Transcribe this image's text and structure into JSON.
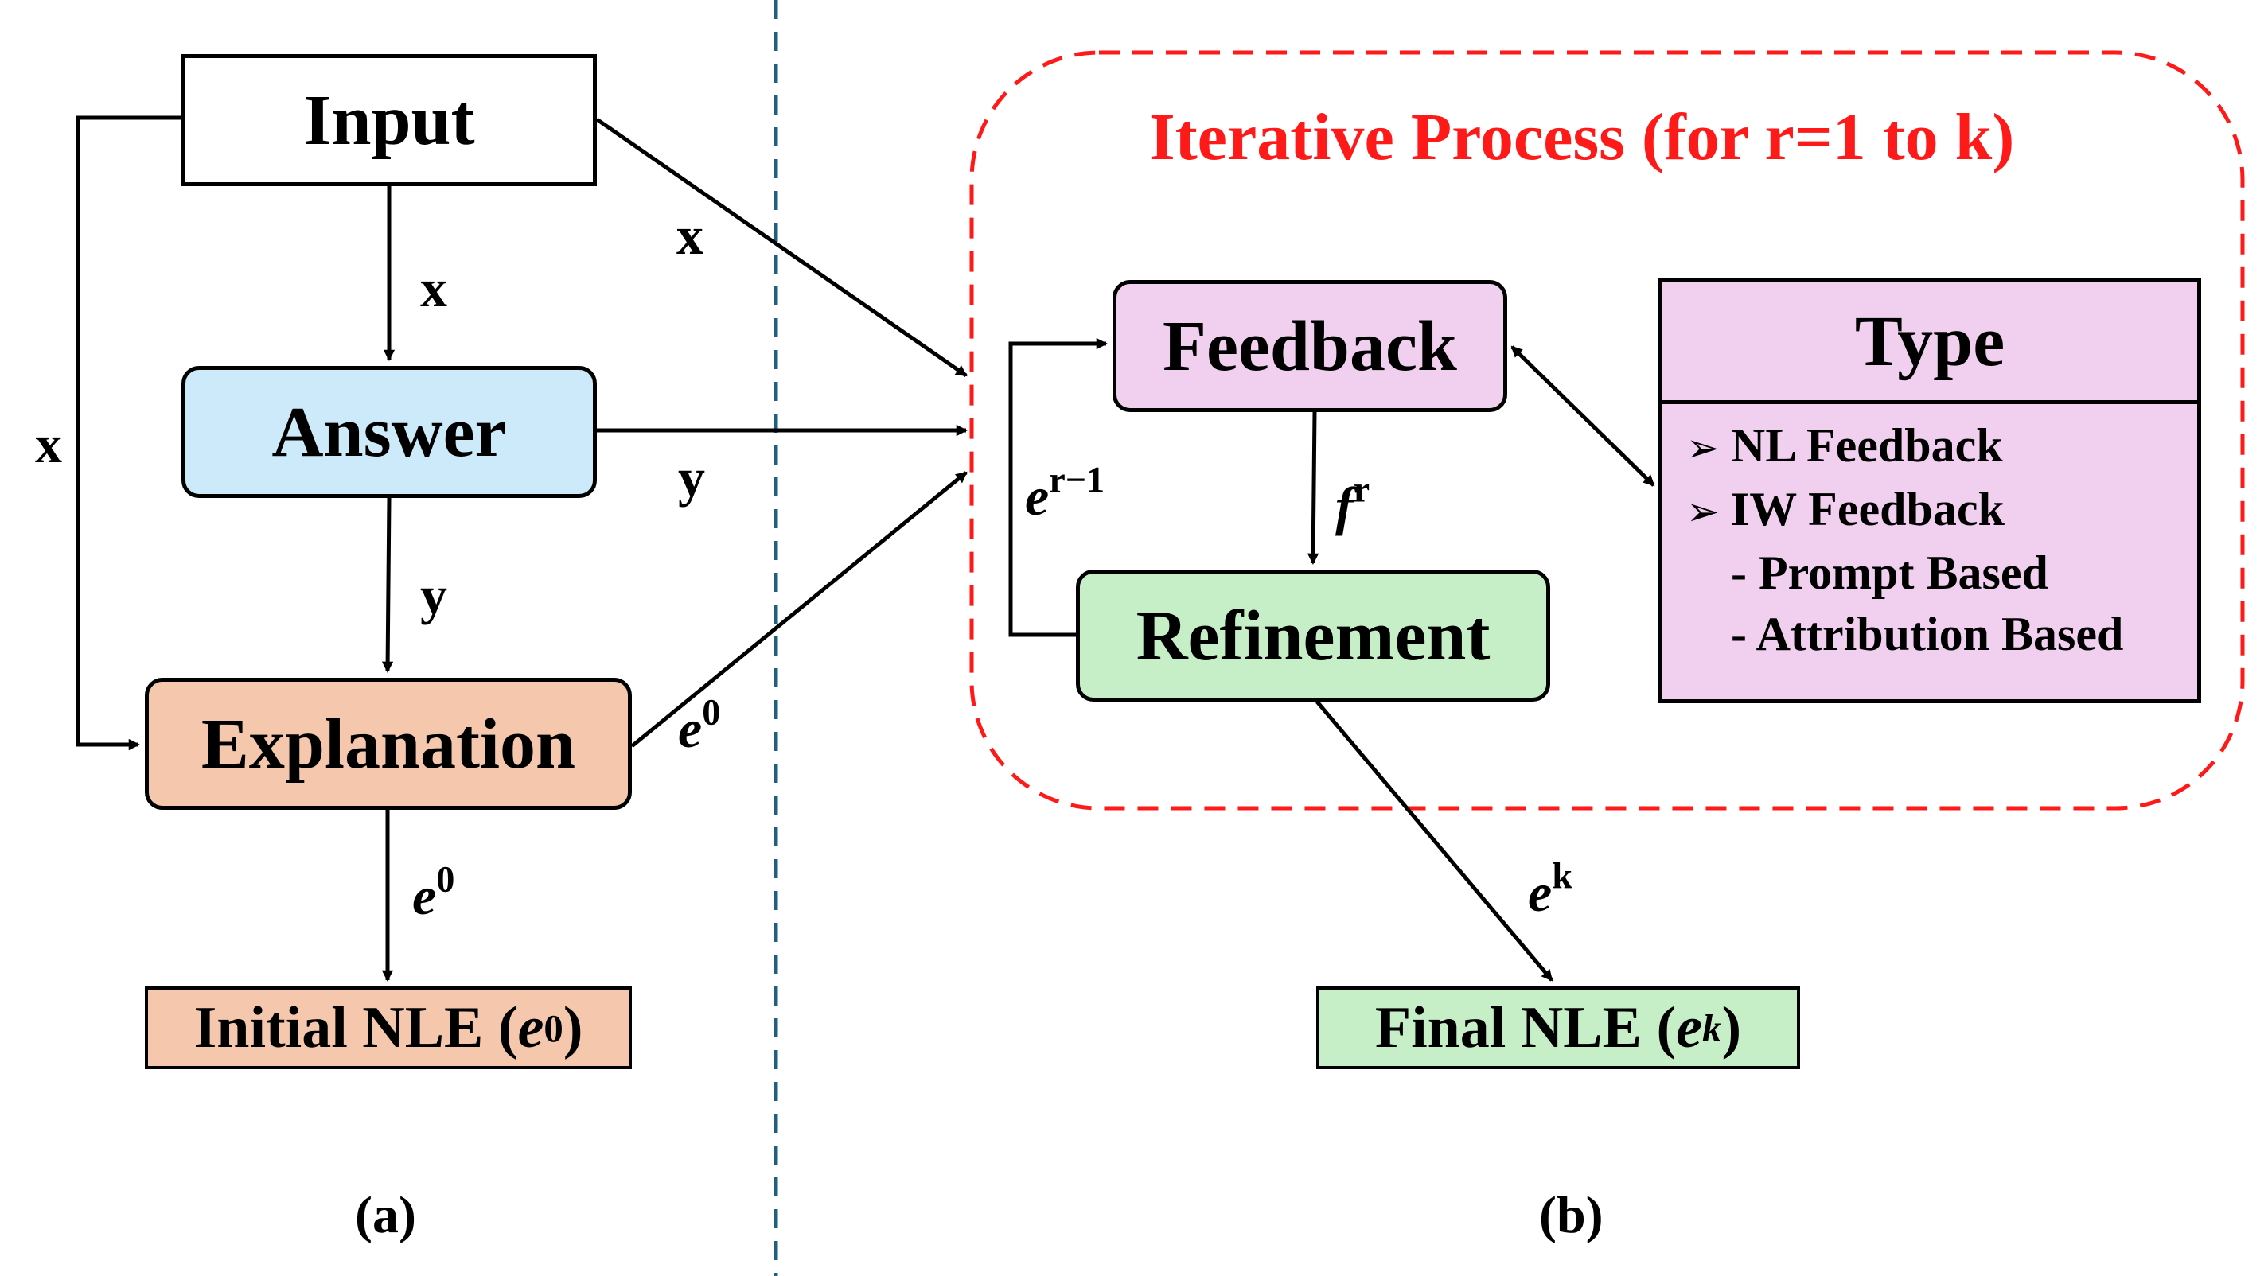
{
  "left_panel": {
    "input_label": "Input",
    "answer_label": "Answer",
    "explanation_label": "Explanation",
    "initial_nle": {
      "text": "Initial NLE (",
      "var": "e",
      "sup": "0",
      "close": ")"
    },
    "edge_labels": {
      "x_down": "x",
      "x_side": "x",
      "x_cross": "x",
      "y_down": "y",
      "y_cross": "y",
      "e0_cross": {
        "var": "e",
        "sup": "0"
      },
      "e0_down": {
        "var": "e",
        "sup": "0"
      }
    },
    "caption": "(a)"
  },
  "right_panel": {
    "iteration_title": "Iterative Process (for r=1 to k)",
    "feedback_label": "Feedback",
    "refinement_label": "Refinement",
    "type_box": {
      "header": "Type",
      "items": [
        "NL Feedback",
        "IW Feedback"
      ],
      "sub_items": [
        "- Prompt Based",
        "- Attribution Based"
      ]
    },
    "edge_labels": {
      "prev_explanation": {
        "var": "e",
        "sup": "r−1"
      },
      "feedback_signal": {
        "var": "f",
        "sup": "r"
      },
      "final_explanation": {
        "var": "e",
        "sup": "k"
      }
    },
    "final_nle": {
      "text": "Final NLE (",
      "var": "e",
      "sup": "k",
      "close": ")"
    },
    "caption": "(b)"
  },
  "colors": {
    "answer_fill": "#cdeafa",
    "explanation_fill": "#f5c8ae",
    "feedback_fill": "#f1d0ef",
    "refinement_fill": "#c6efc8",
    "iteration_border": "#ff1a1a",
    "divider": "#1f5f7f"
  }
}
